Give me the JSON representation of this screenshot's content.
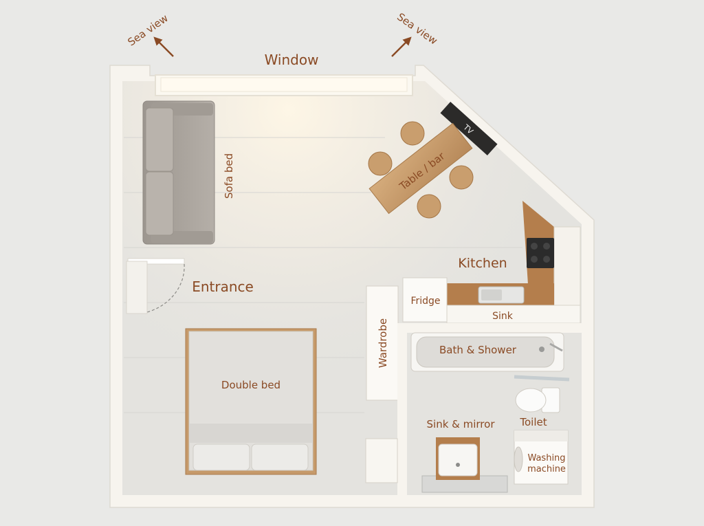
{
  "labels": {
    "sea_view_left": "Sea view",
    "sea_view_right": "Sea view",
    "window": "Window",
    "tv": "TV",
    "sofa_bed": "Sofa bed",
    "table_bar": "Table / bar",
    "kitchen": "Kitchen",
    "entrance": "Entrance",
    "fridge": "Fridge",
    "sink": "Sink",
    "wardrobe": "Wardrobe",
    "bath_shower": "Bath & Shower",
    "double_bed": "Double bed",
    "toilet": "Toilet",
    "sink_mirror": "Sink & mirror",
    "washing_line1": "Washing",
    "washing_line2": "machine"
  },
  "colors": {
    "label": "#8a4a24",
    "background": "#e9e9e7",
    "wall": "#f7f4ee",
    "floor": "#e4e3df",
    "wood": "#c69a6a",
    "fabric": "#a9a39c"
  }
}
